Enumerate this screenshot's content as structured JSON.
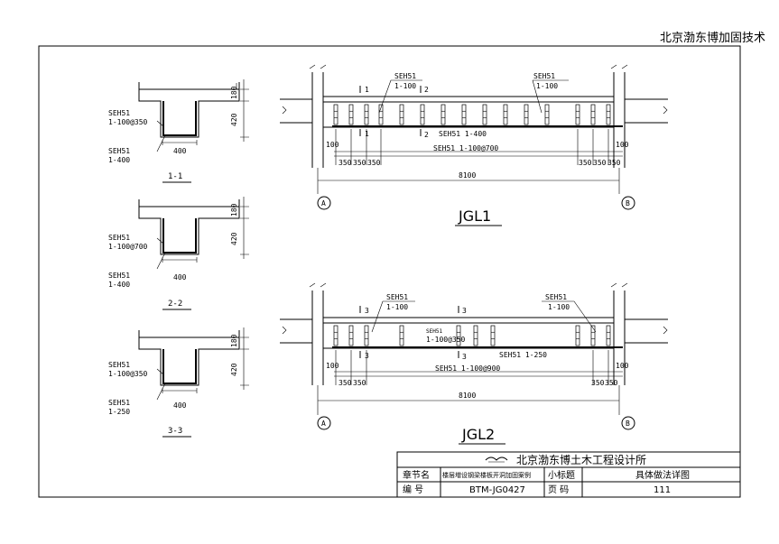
{
  "header": {
    "company": "北京渤东博加固技术"
  },
  "sections": [
    {
      "label": "1-1",
      "dim_top": "180",
      "dim_side": "420",
      "width": "400",
      "anchor_upper": [
        "SEH51",
        "1-100@350"
      ],
      "anchor_lower": [
        "SEH51",
        "1-400"
      ]
    },
    {
      "label": "2-2",
      "dim_top": "180",
      "dim_side": "420",
      "width": "400",
      "anchor_upper": [
        "SEH51",
        "1-100@700"
      ],
      "anchor_lower": [
        "SEH51",
        "1-400"
      ]
    },
    {
      "label": "3-3",
      "dim_top": "180",
      "dim_side": "420",
      "width": "400",
      "anchor_upper": [
        "SEH51",
        "1-100@350"
      ],
      "anchor_lower": [
        "SEH51",
        "1-250"
      ]
    }
  ],
  "beams": [
    {
      "title": "JGL1",
      "callout_left": [
        "SEH51",
        "1-100"
      ],
      "callout_right": [
        "SEH51",
        "1-100"
      ],
      "bottom_label": "SEH51 1-400",
      "middle_label": "SEH51 1-100@700",
      "cut_marks": [
        "1",
        "2",
        "1",
        "2"
      ],
      "edge_dim": "100",
      "left_spacings": [
        "350",
        "350",
        "350"
      ],
      "right_spacings": [
        "350",
        "350",
        "350"
      ],
      "span": "8100",
      "axis_left": "A",
      "axis_right": "B"
    },
    {
      "title": "JGL2",
      "callout_left": [
        "SEH51",
        "1-100"
      ],
      "callout_right": [
        "SEH51",
        "1-100"
      ],
      "inner_label": [
        "SEH51",
        "1-100@350"
      ],
      "bottom_label": "SEH51 1-250",
      "middle_label": "SEH51 1-100@900",
      "cut_marks": [
        "3",
        "3",
        "3",
        "3"
      ],
      "edge_dim": "100",
      "left_spacings": [
        "350",
        "350"
      ],
      "right_spacings": [
        "350",
        "350"
      ],
      "span": "8100",
      "axis_left": "A",
      "axis_right": "B"
    }
  ],
  "title_block": {
    "institute": "北京渤东博土木工程设计所",
    "row1": {
      "k1": "章节名",
      "v1": "楼层増设钢梁楼板开洞加固案例",
      "k2": "小标题",
      "v2": "具体做法详图"
    },
    "row2": {
      "k1": "编    号",
      "v1": "BTM-JG0427",
      "k2": "页    码",
      "v2": "111"
    }
  }
}
